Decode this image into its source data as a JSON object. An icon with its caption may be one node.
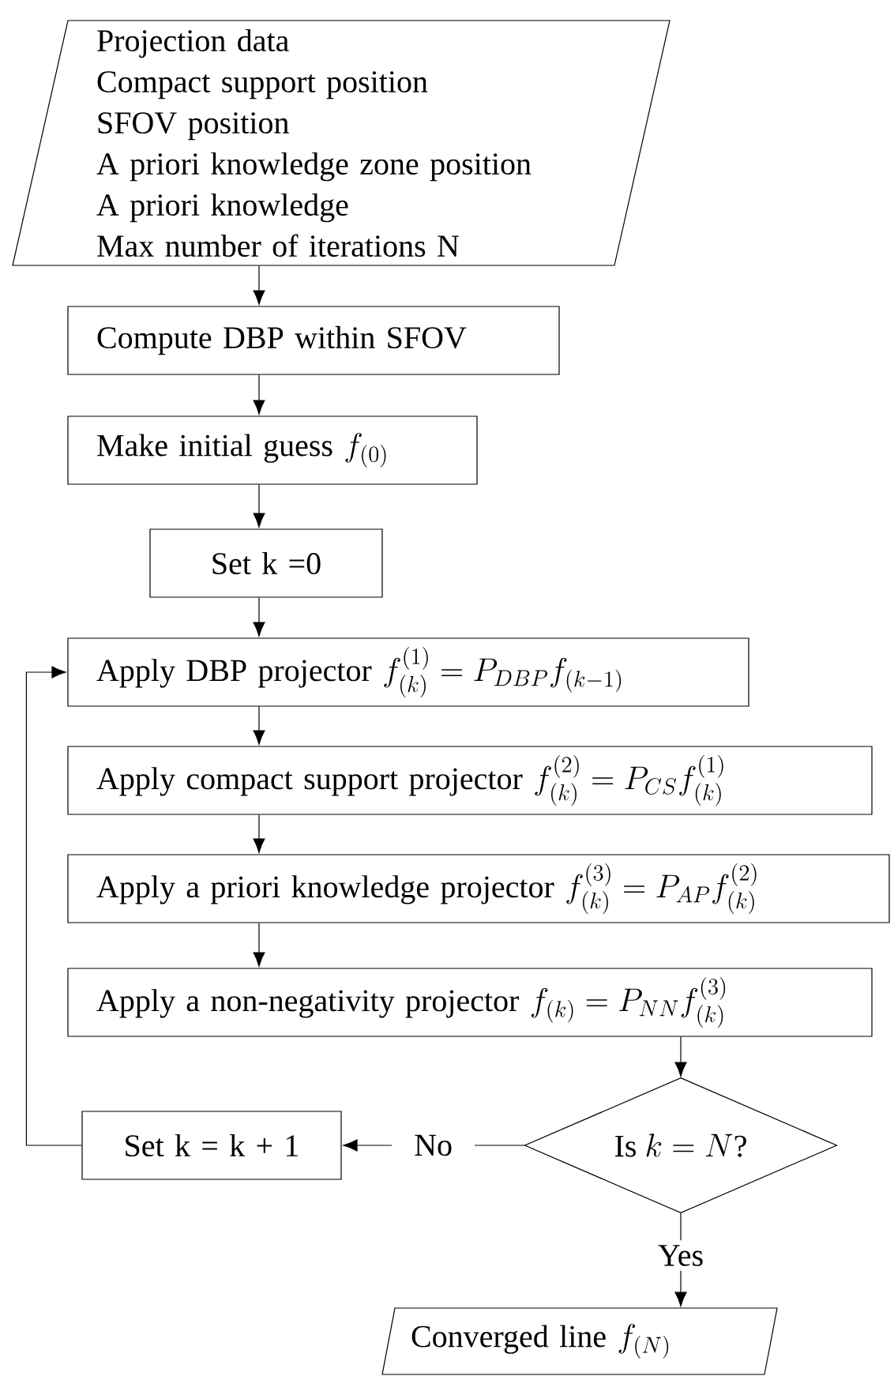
{
  "diagram": {
    "nodes": [
      {
        "text": [
          "Projection data",
          "Compact support position",
          "SFOV position",
          "A priori knowledge zone position",
          "A priori knowledge",
          "Max number of iterations N"
        ]
      },
      {
        "text": [
          "Compute DBP within SFOV"
        ]
      },
      {
        "text": [
          "\\text{Make initial guess } f_{(0)}"
        ]
      },
      {
        "text": [
          "Set k =0"
        ]
      },
      {
        "text": [
          "\\text{Apply DBP projector } f^{(1)}_{(k)} = P_{DBP}f_{(k-1)}"
        ]
      },
      {
        "text": [
          "\\text{Apply compact support projector } f^{(2)}_{(k)} = P_{CS}f^{(1)}_{(k)}"
        ]
      },
      {
        "text": [
          "\\text{Apply a priori knowledge projector } f^{(3)}_{(k)} = P_{AP}f^{(2)}_{(k)}"
        ]
      },
      {
        "text": [
          "\\text{Apply a non-negativity projector } f_{(k)} = P_{NN}f^{(3)}_{(k)}"
        ]
      },
      {
        "text": [
          "\\text{Is } k = N\\text{?}"
        ]
      },
      {
        "text": [
          "Set k = k + 1"
        ]
      },
      {
        "text": [
          "\\text{Converged line } f_{(N)}"
        ]
      }
    ],
    "edges": [
      {
        "from": 0,
        "to": 1,
        "arrow": "to"
      },
      {
        "from": 1,
        "to": 2,
        "arrow": "to"
      },
      {
        "from": 2,
        "to": 3,
        "arrow": "to"
      },
      {
        "from": 3,
        "to": 4,
        "arrow": "to"
      },
      {
        "from": 4,
        "to": 5,
        "arrow": "to"
      },
      {
        "from": 5,
        "to": 6,
        "arrow": "to"
      },
      {
        "from": 6,
        "to": 7,
        "arrow": "to"
      },
      {
        "from": 7,
        "to": 8,
        "arrow": "to"
      },
      {
        "from": 8,
        "to": 9,
        "arrow": "to",
        "label": "No"
      },
      {
        "from": 9,
        "to": 4,
        "arrow": "to"
      },
      {
        "from": 8,
        "to": 10,
        "arrow": "to",
        "label": "Yes"
      }
    ]
  }
}
